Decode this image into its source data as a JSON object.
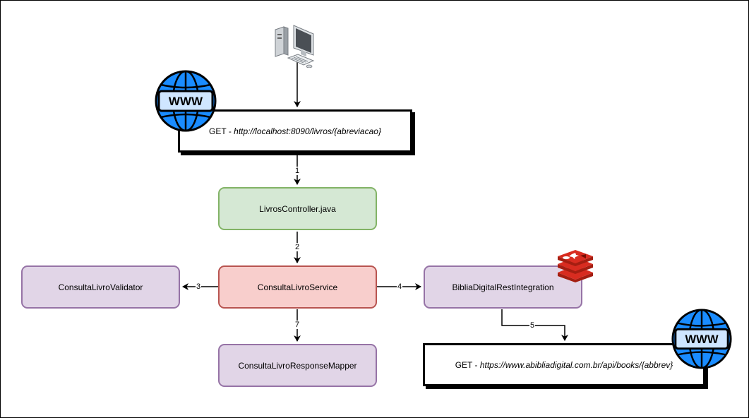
{
  "nodes": {
    "controller": "LivrosController.java",
    "service": "ConsultaLivroService",
    "validator": "ConsultaLivroValidator",
    "integration": "BibliaDigitalRestIntegration",
    "mapper": "ConsultaLivroResponseMapper"
  },
  "requests": {
    "local": {
      "method": "GET - ",
      "path": "http://localhost:8090/livros/{abreviacao}"
    },
    "external": {
      "method": "GET - ",
      "path": "https://www.abibliadigital.com.br/api/books/{abbrev}"
    }
  },
  "edges": {
    "e1": "1",
    "e2": "2",
    "e3": "3",
    "e4": "4",
    "e5": "5",
    "e7": "7"
  },
  "icons": {
    "computer": "desktop-computer-icon",
    "web": "www-globe-icon",
    "redis": "redis-icon"
  },
  "colors": {
    "purple_fill": "#e1d5e7",
    "purple_stroke": "#9673a6",
    "green_fill": "#d5e8d4",
    "green_stroke": "#82b366",
    "red_fill": "#f8cecc",
    "red_stroke": "#b85450",
    "globe_blue": "#1a8cff"
  }
}
